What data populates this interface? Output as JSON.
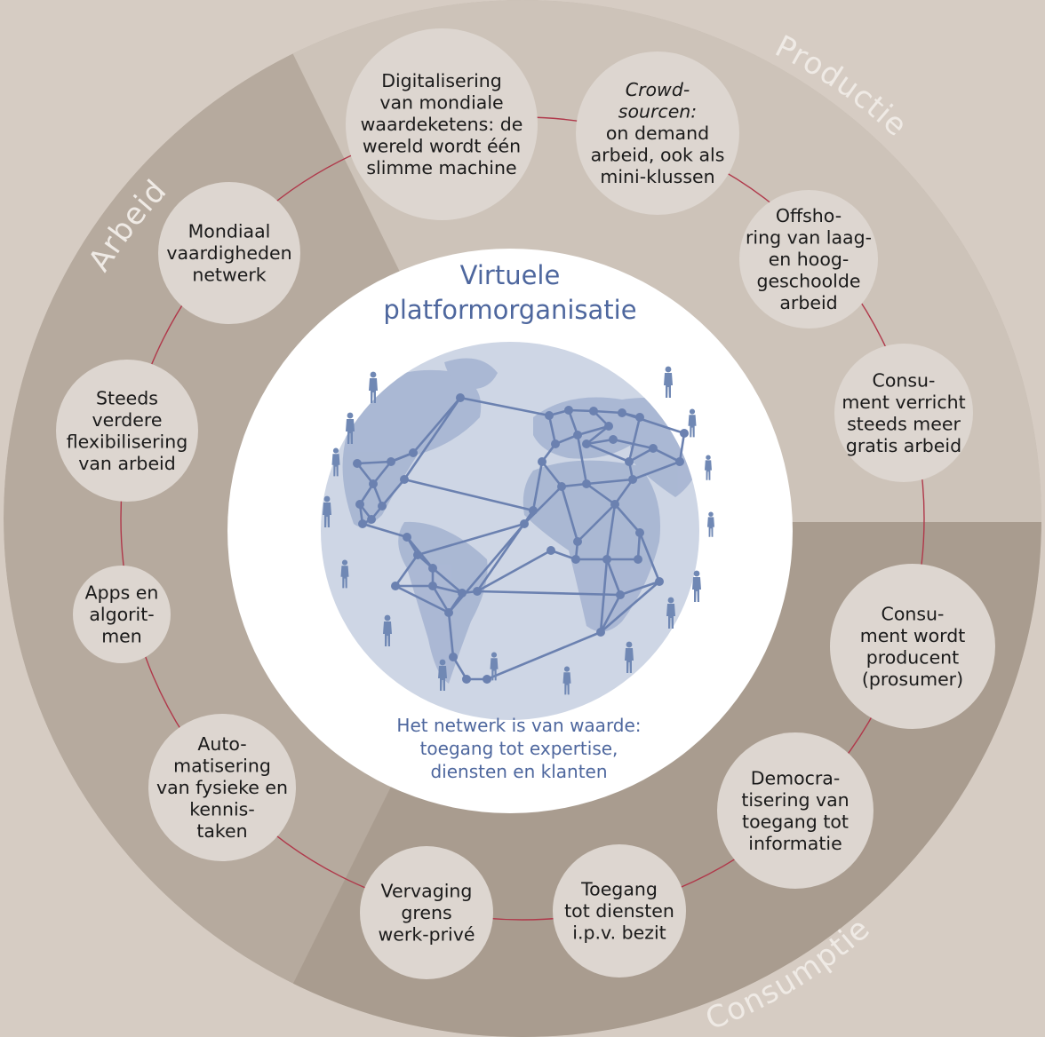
{
  "sectors": {
    "arbeid": "Arbeid",
    "productie": "Productie",
    "consumptie": "Consumptie"
  },
  "center": {
    "title_line1": "Virtuele",
    "title_line2": "platformorganisatie",
    "subtitle_line1": "Het netwerk is van waarde:",
    "subtitle_line2": "toegang tot expertise,",
    "subtitle_line3": "diensten en klanten"
  },
  "nodes": [
    {
      "lines": [
        "Digitalisering",
        "van mondiale",
        "waardeketens: de",
        "wereld wordt één",
        "slimme machine"
      ]
    },
    {
      "lines": [
        "Crowd-",
        "sourcen:",
        "on demand",
        "arbeid, ook als",
        "mini-klussen"
      ]
    },
    {
      "lines": [
        "Offsho-",
        "ring van laag-",
        "en hoog-",
        "geschoolde",
        "arbeid"
      ]
    },
    {
      "lines": [
        "Consu-",
        "ment verricht",
        "steeds meer",
        "gratis arbeid"
      ]
    },
    {
      "lines": [
        "Consu-",
        "ment wordt",
        "producent",
        "(prosumer)"
      ]
    },
    {
      "lines": [
        "Democra-",
        "tisering van",
        "toegang tot",
        "informatie"
      ]
    },
    {
      "lines": [
        "Toegang",
        "tot diensten",
        "i.p.v. bezit"
      ]
    },
    {
      "lines": [
        "Vervaging",
        "grens",
        "werk-privé"
      ]
    },
    {
      "lines": [
        "Auto-",
        "matisering",
        "van fysieke en",
        "kennis-",
        "taken"
      ]
    },
    {
      "lines": [
        "Apps en",
        "algorit-",
        "men"
      ]
    },
    {
      "lines": [
        "Steeds",
        "verdere",
        "flexibilisering",
        "van arbeid"
      ]
    },
    {
      "lines": [
        "Mondiaal",
        "vaardigheden",
        "netwerk"
      ]
    }
  ],
  "colors": {
    "background": "#d6ccc3",
    "ring_arbeid": "#b6aa9e",
    "ring_productie": "#cdc3b9",
    "ring_consumptie": "#a99c8f",
    "node_fill": "#ddd6d0",
    "connector": "#b0384a",
    "globe": "#c9d2e2",
    "network": "#6b81b0"
  },
  "icons": {
    "globe": "world-globe-icon",
    "person": "person-silhouette-icon"
  }
}
